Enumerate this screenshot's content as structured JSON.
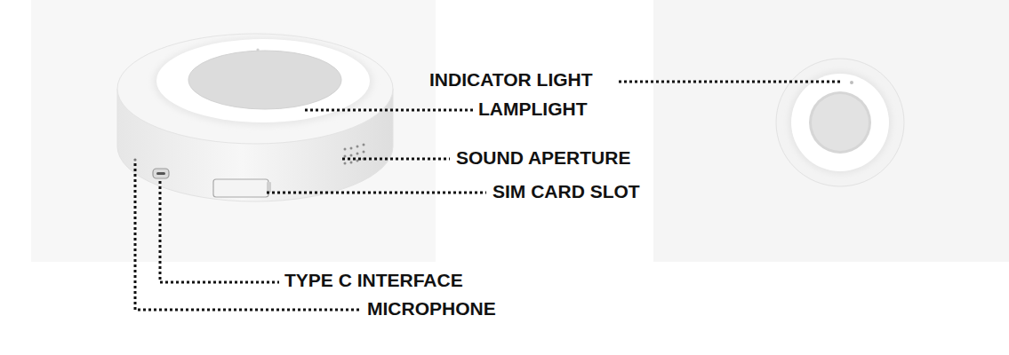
{
  "diagram": {
    "labels": [
      "INDICATOR LIGHT",
      "LAMPLIGHT",
      "SOUND APERTURE",
      "SIM CARD SLOT",
      "TYPE C INTERFACE",
      "MICROPHONE"
    ]
  }
}
